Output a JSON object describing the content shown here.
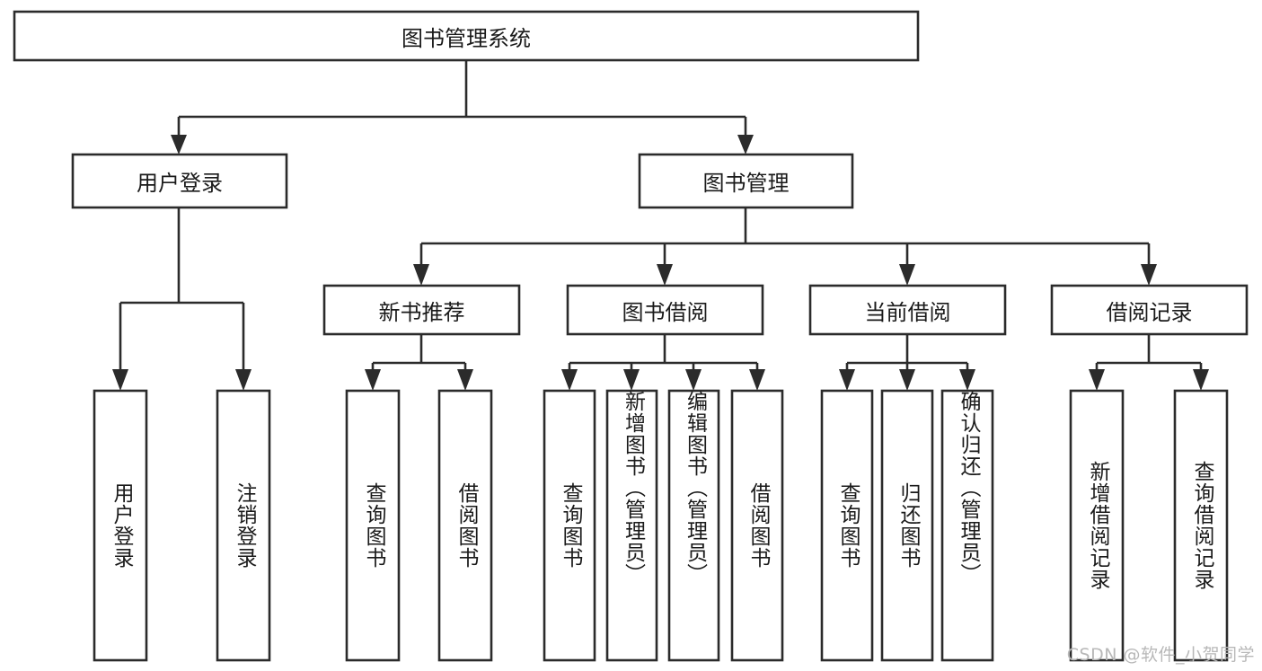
{
  "diagram": {
    "title": "图书管理系统",
    "type": "tree-hierarchy",
    "watermark": "CSDN @软件_小贺同学",
    "root": {
      "label": "图书管理系统",
      "orientation": "horizontal"
    },
    "level2": [
      {
        "label": "用户登录",
        "orientation": "horizontal"
      },
      {
        "label": "图书管理",
        "orientation": "horizontal"
      }
    ],
    "level3": [
      {
        "label": "新书推荐",
        "orientation": "horizontal"
      },
      {
        "label": "图书借阅",
        "orientation": "horizontal"
      },
      {
        "label": "当前借阅",
        "orientation": "horizontal"
      },
      {
        "label": "借阅记录",
        "orientation": "horizontal"
      }
    ],
    "leaves_user_login": [
      {
        "label": "用户登录",
        "orientation": "vertical"
      },
      {
        "label": "注销登录",
        "orientation": "vertical"
      }
    ],
    "leaves_new_book": [
      {
        "label": "查询图书",
        "orientation": "vertical"
      },
      {
        "label": "借阅图书",
        "orientation": "vertical"
      }
    ],
    "leaves_borrow": [
      {
        "label": "查询图书",
        "orientation": "vertical"
      },
      {
        "label": "新增图书（管理员）",
        "orientation": "vertical"
      },
      {
        "label": "编辑图书（管理员）",
        "orientation": "vertical"
      },
      {
        "label": "借阅图书",
        "orientation": "vertical"
      }
    ],
    "leaves_current": [
      {
        "label": "查询图书",
        "orientation": "vertical"
      },
      {
        "label": "归还图书",
        "orientation": "vertical"
      },
      {
        "label": "确认归还（管理员）",
        "orientation": "vertical"
      }
    ],
    "leaves_records": [
      {
        "label": "新增借阅记录",
        "orientation": "vertical"
      },
      {
        "label": "查询借阅记录",
        "orientation": "vertical"
      }
    ],
    "colors": {
      "box_stroke": "#2b2b2b",
      "box_fill": "#ffffff",
      "text": "#1a1a1a",
      "connector": "#2b2b2b",
      "background": "#ffffff",
      "watermark": "#b8b8b8"
    }
  }
}
